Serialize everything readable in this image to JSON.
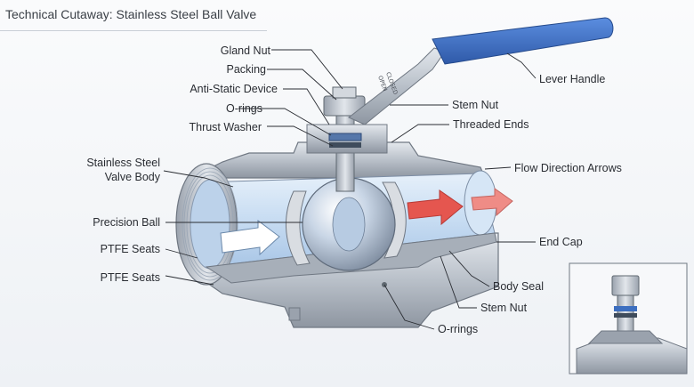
{
  "title": "Technical Cutaway: Stainless Steel Ball Valve",
  "handle_text": [
    "OPEN",
    "CLOSED"
  ],
  "labels": {
    "gland_nut": "Gland Nut",
    "packing": "Packing",
    "anti_static": "Anti-Static Device",
    "o_rings_top": "O-rings",
    "thrust_washer": "Thrust Washer",
    "body_line1": "Stainless Steel",
    "body_line2": "Valve Body",
    "precision_ball": "Precision Ball",
    "ptfe_seats_1": "PTFE Seats",
    "ptfe_seats_2": "PTFE Seats",
    "lever_handle": "Lever Handle",
    "stem_nut_top": "Stem Nut",
    "threaded_ends": "Threaded Ends",
    "flow_arrows": "Flow Direction Arrows",
    "end_cap": "End Cap",
    "body_seal": "Body Seal",
    "stem_nut_bottom": "Stem Nut",
    "o_rings_bottom": "O-rrings"
  },
  "colors": {
    "handle": "#3c6ec4",
    "steel": "#c3c9d1",
    "steel_dark": "#8f97a2",
    "flow_blue": "#cfe2f5",
    "flow_red": "#e5564f"
  }
}
